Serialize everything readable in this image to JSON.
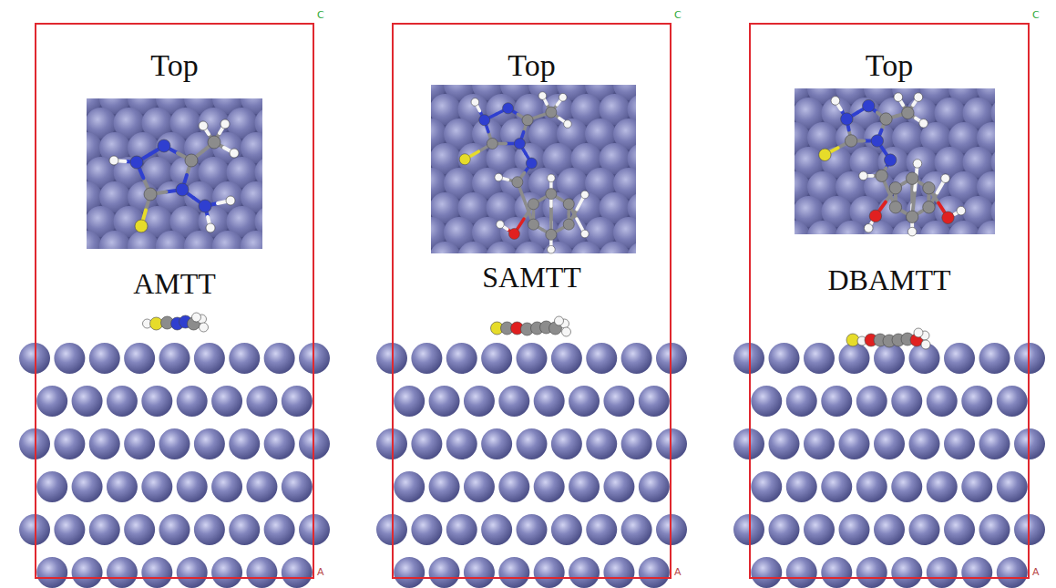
{
  "diagram": {
    "nodes": [
      {
        "text": [
          "Top",
          "AMTT"
        ]
      },
      {
        "text": [
          "Top",
          "SAMTT"
        ]
      },
      {
        "text": [
          "Top",
          "DBAMTT"
        ]
      }
    ],
    "labels": [
      "C",
      "C",
      "C",
      "A",
      "A",
      "A"
    ]
  }
}
